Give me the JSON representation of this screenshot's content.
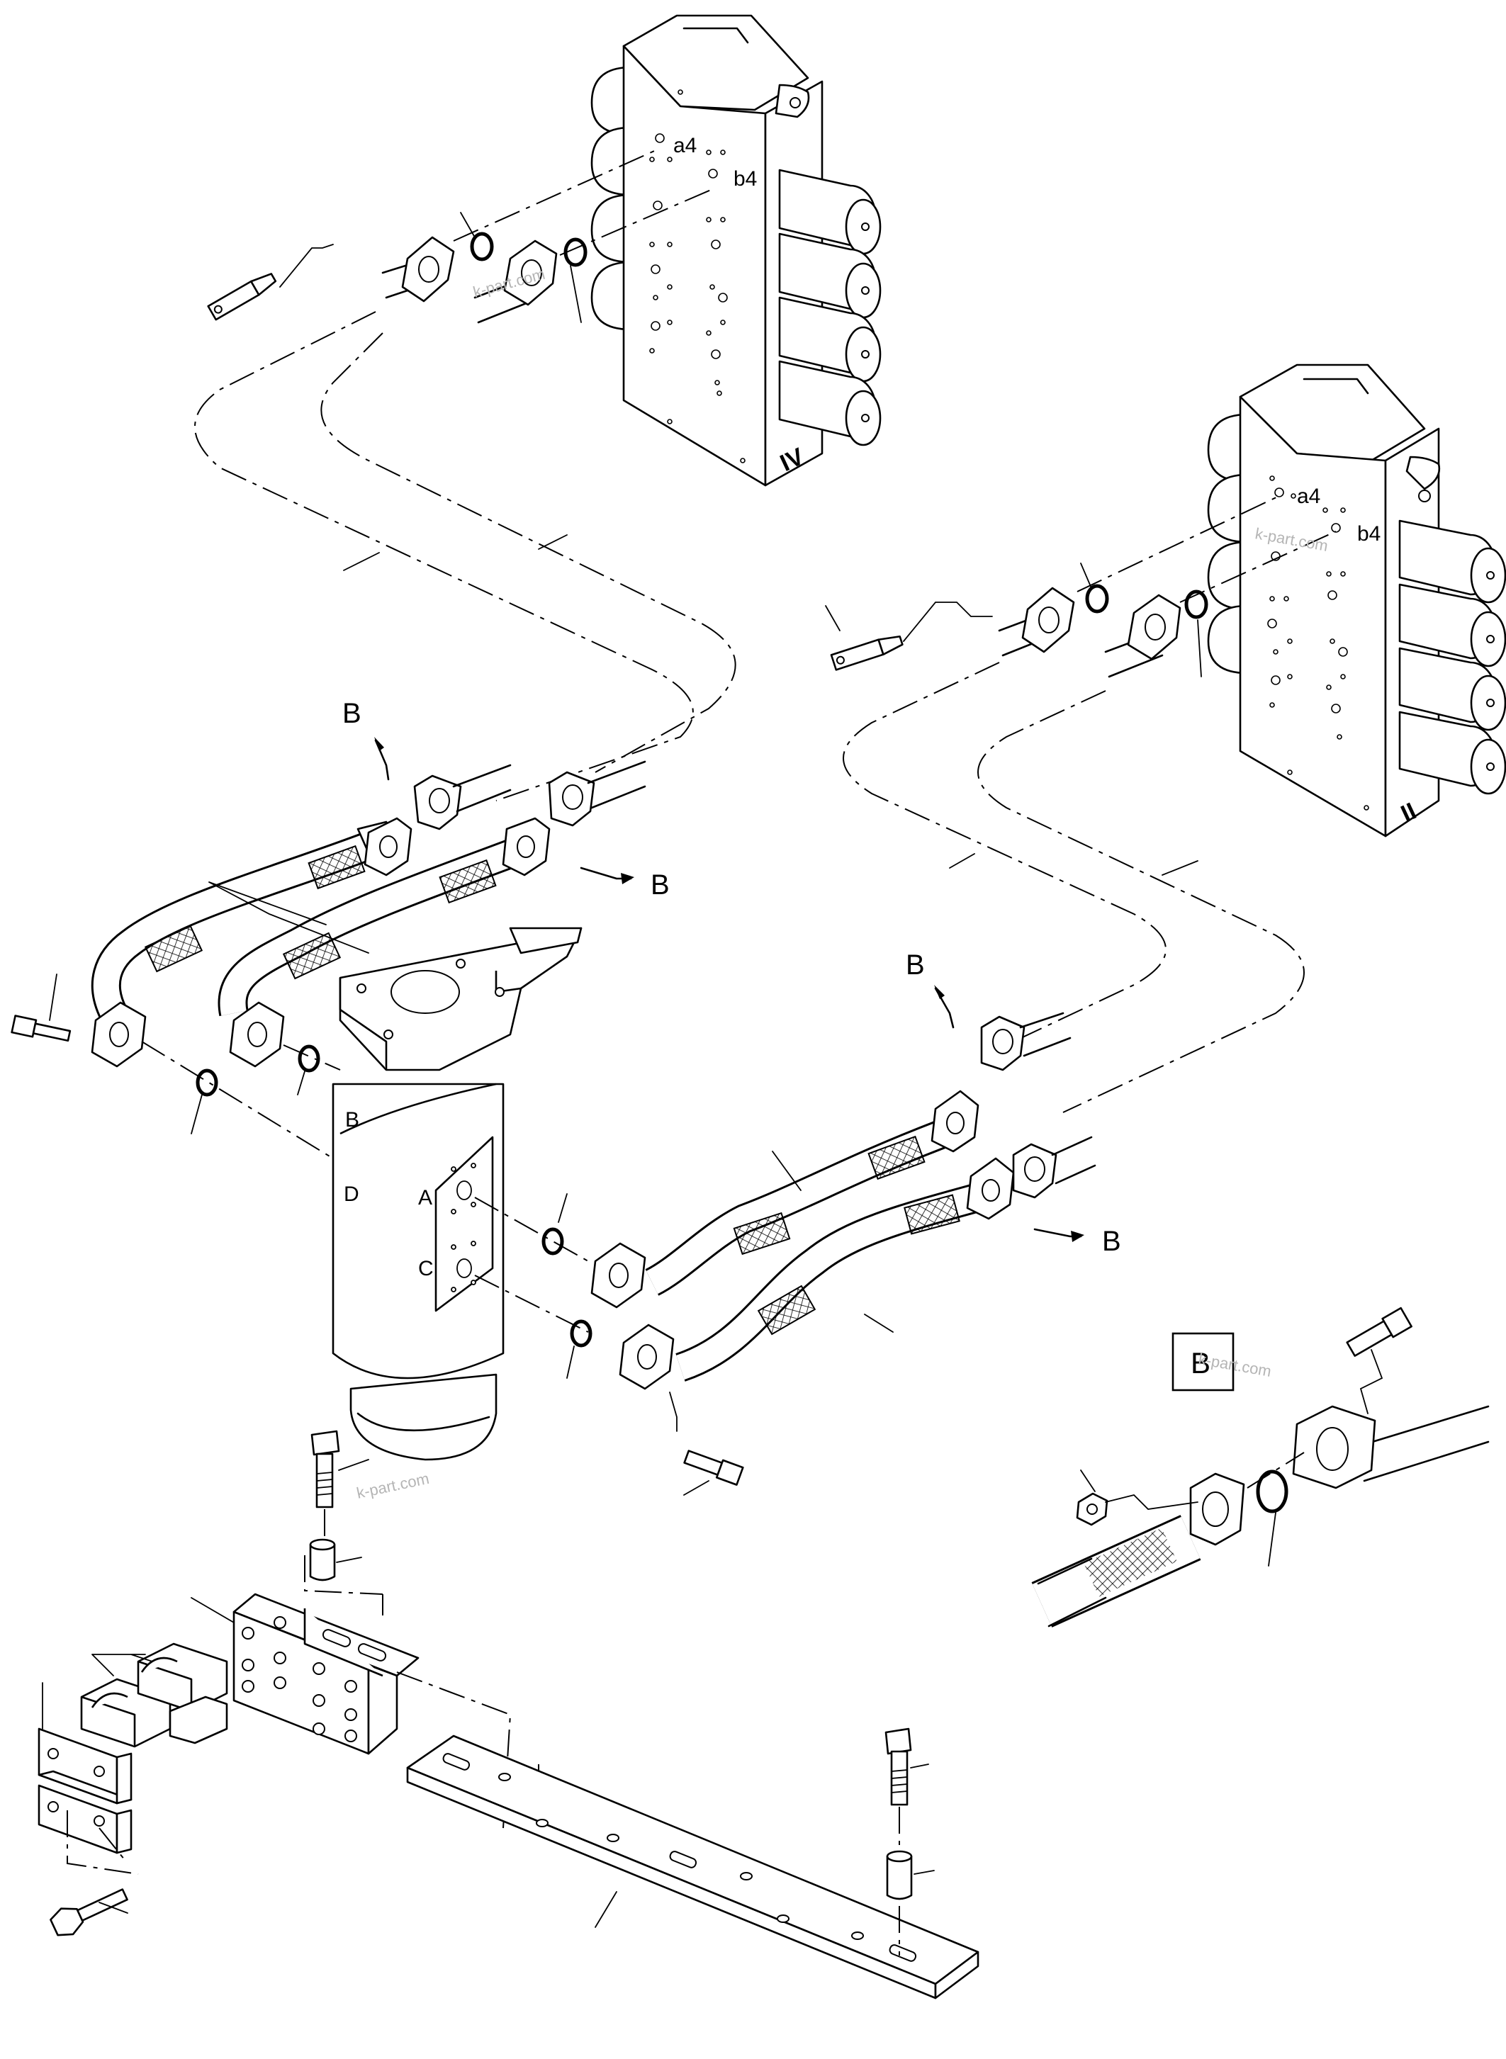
{
  "labels": {
    "a4_top": "a4",
    "b4_top": "b4",
    "a4_right": "a4",
    "b4_right": "b4",
    "valve_top_numeral": "IV",
    "valve_right_numeral": "II",
    "port_a": "A",
    "port_b": "B",
    "port_c": "C",
    "port_d": "D",
    "view_b_1": "B",
    "view_b_2": "B",
    "view_b_3": "B",
    "view_b_4": "B",
    "detail_b": "B"
  },
  "watermark": "k-part.com"
}
